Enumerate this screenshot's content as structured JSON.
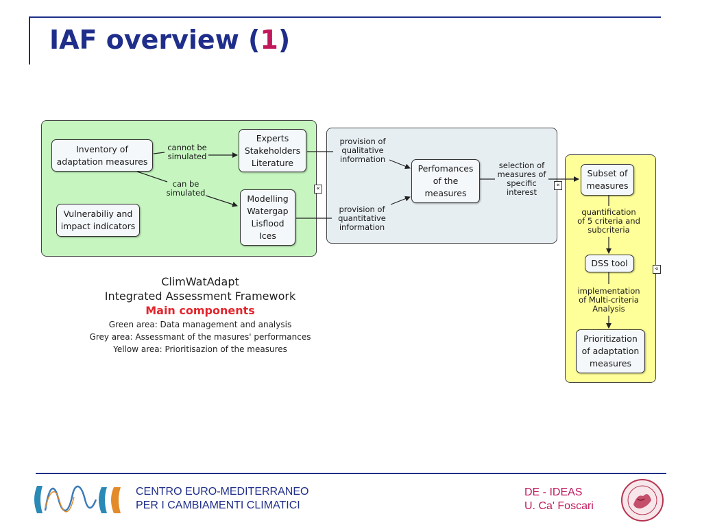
{
  "slide": {
    "title_prefix": "IAF overview (",
    "title_number": "1",
    "title_suffix": ")"
  },
  "diagram": {
    "nodes": {
      "inventory": "Inventory of\nadaptation measures",
      "vulnerability": "Vulnerabiliy and\nimpact indicators",
      "experts": "Experts\nStakeholders\nLiterature",
      "modelling": "Modelling\nWatergap\nLisflood\nIces",
      "performances": "Perfomances\nof the\nmeasures",
      "subset": "Subset of\nmeasures",
      "dss": "DSS tool",
      "prioritization": "Prioritization\nof adaptation\nmeasures"
    },
    "edge_labels": {
      "cannot_be_simulated": "cannot be\nsimulated",
      "can_be_simulated": "can be\nsimulated",
      "qualitative": "provision of\nqualitative\ninformation",
      "quantitative": "provision of\nquantitative\ninformation",
      "selection": "selection of\nmeasures of\nspecific\ninterest",
      "quantification": "quantification\nof 5 criteria and\nsubcriteria",
      "implementation": "implementation\nof Multi-criteria\nAnalysis"
    },
    "collapse_glyph": "«",
    "colors": {
      "green_area": "#c6f5c0",
      "grey_area": "#e6eef2",
      "yellow_area": "#ffff9a"
    }
  },
  "caption": {
    "line1": "ClimWatAdapt",
    "line2": "Integrated Assessment Framework",
    "main": "Main components",
    "green": "Green area: Data management and analysis",
    "grey": "Grey area: Assessmant of the masures' performances",
    "yellow": "Yellow area: Prioritisazion of the measures"
  },
  "footer": {
    "org_line1": "CENTRO EURO-MEDITERRANEO",
    "org_line2": "PER I CAMBIAMENTI CLIMATICI",
    "dept_line1": "DE - IDEAS",
    "dept_line2": "U. Ca' Foscari",
    "colors": {
      "brand_blue": "#1f2e8a",
      "accent_magenta": "#c0185b"
    }
  }
}
